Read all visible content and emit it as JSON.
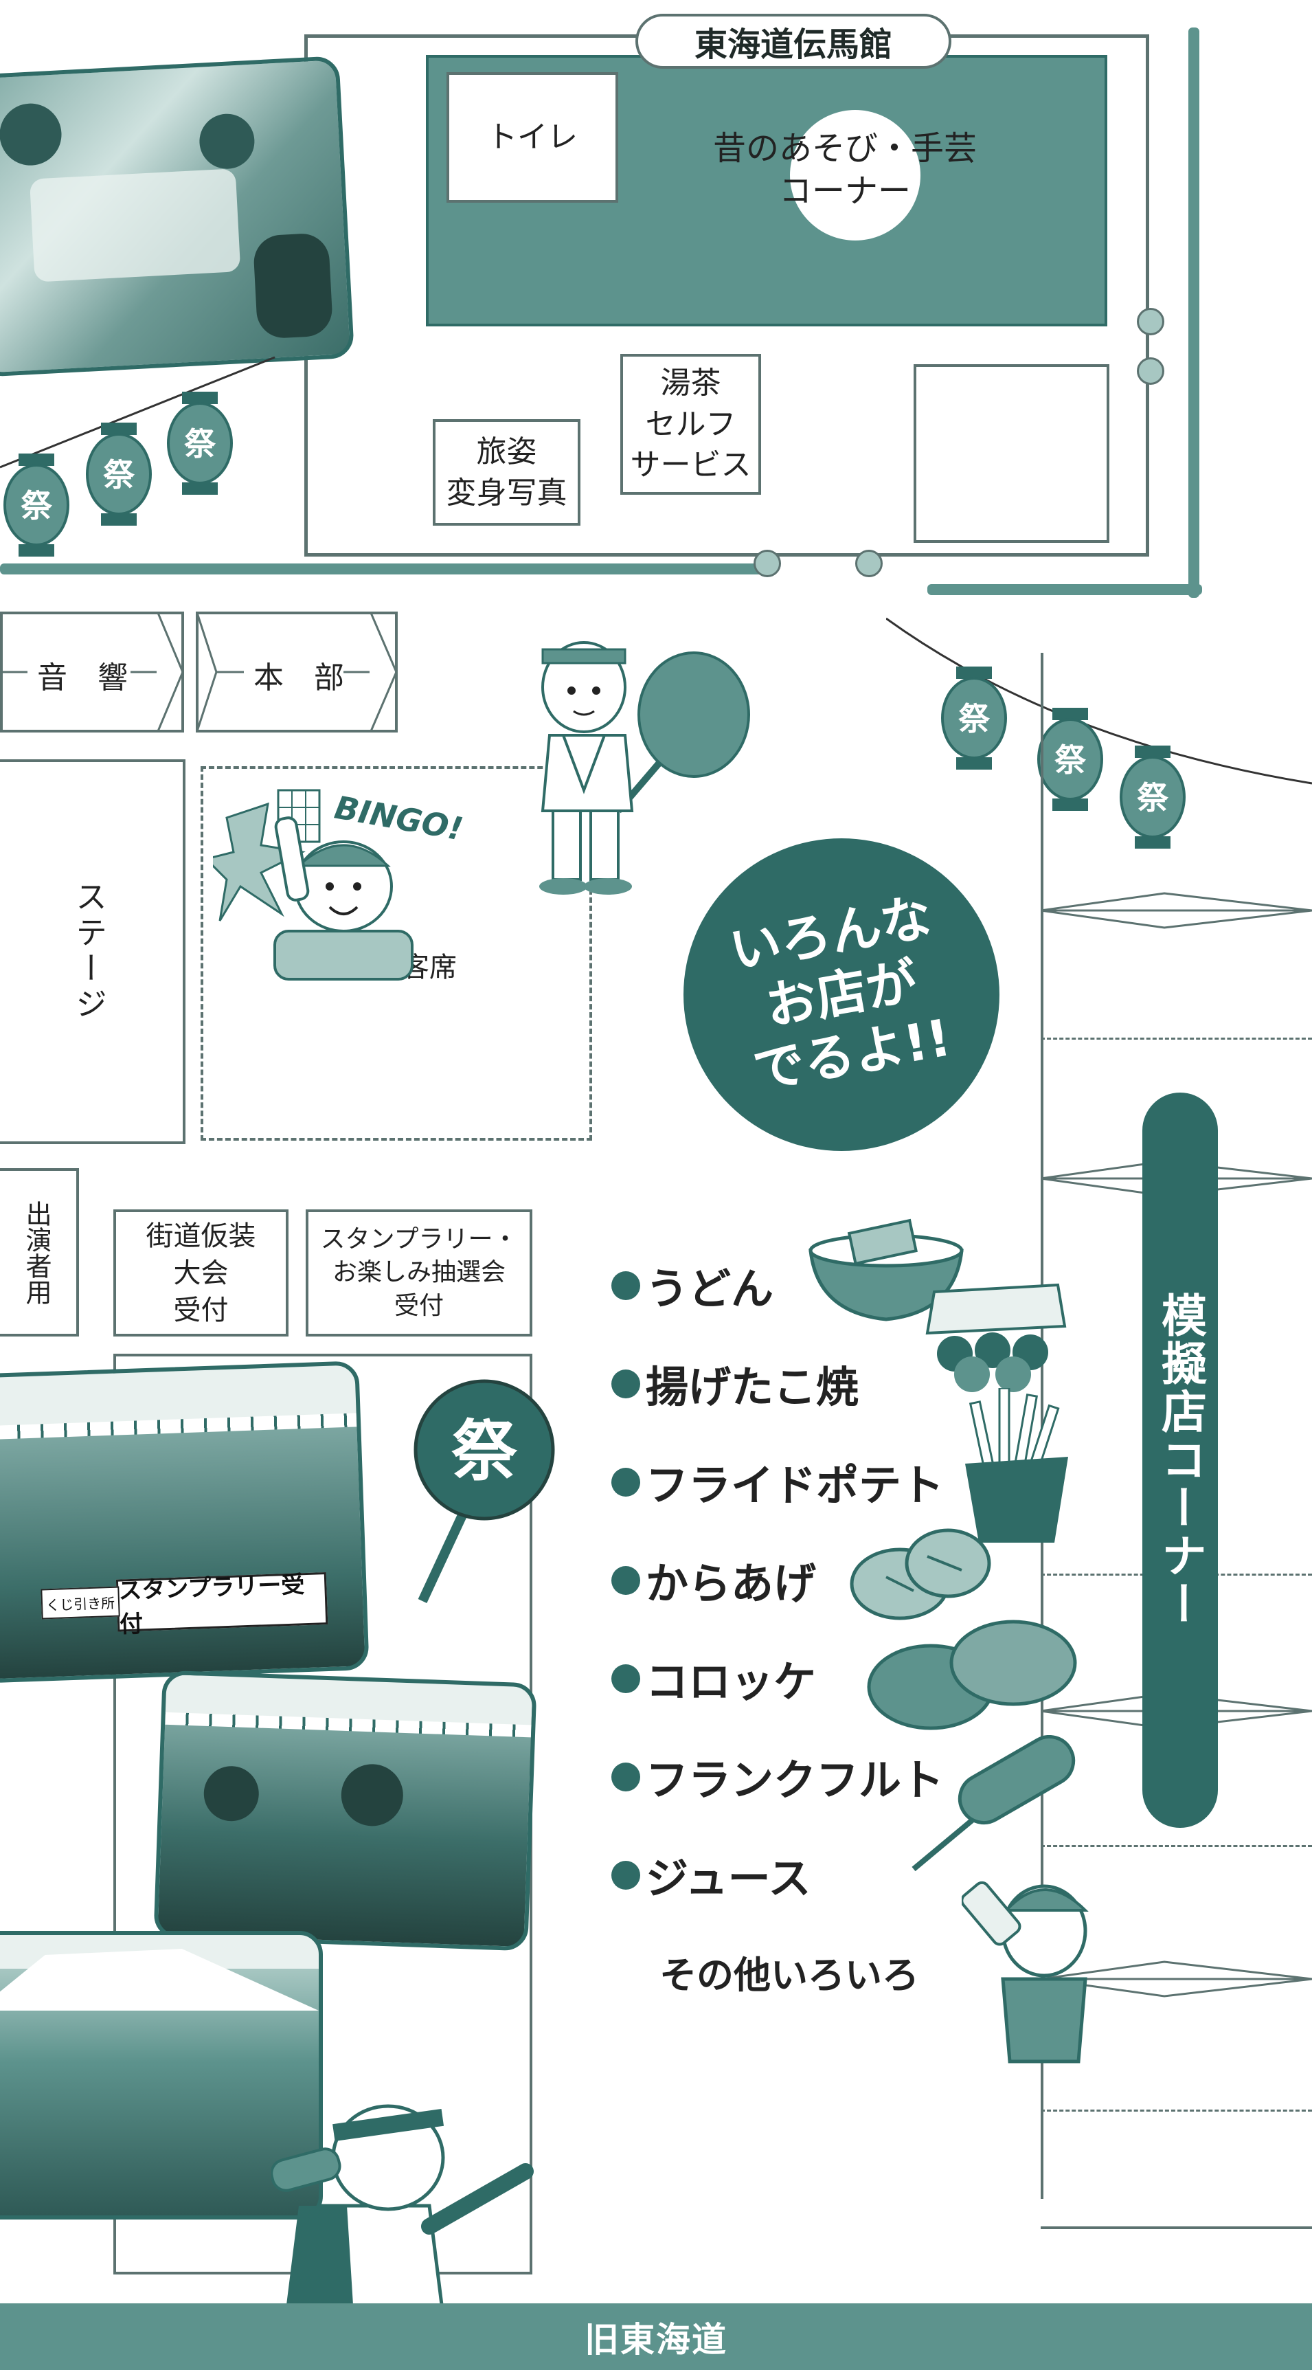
{
  "colors": {
    "teal_dark": "#2f6b66",
    "teal_mid": "#5d938d",
    "teal_light": "#a7c7c2",
    "line": "#5c7270",
    "white": "#ffffff"
  },
  "building": {
    "name": "東海道伝馬館",
    "toilet": "トイレ",
    "corner_line1": "昔のあそび・手芸",
    "corner_line2": "コーナー"
  },
  "booths": {
    "tabisugata_line1": "旅姿",
    "tabisugata_line2": "変身写真",
    "yucha_line1": "湯茶",
    "yucha_line2": "セルフ",
    "yucha_line3": "サービス"
  },
  "stage_area": {
    "sound": "音　響",
    "hq": "本　部",
    "stage": "ステージ",
    "audience": "観客席",
    "performers": "出演者用",
    "kaido_line1": "街道仮装",
    "kaido_line2": "大会",
    "kaido_line3": "受付",
    "stamp_line1": "スタンプラリー・",
    "stamp_line2": "お楽しみ抽選会",
    "stamp_line3": "受付"
  },
  "bingo_text": "BINGO!",
  "lantern_text": "祭",
  "fan_text": "祭",
  "callout": {
    "line1": "いろんな",
    "line2": "お店が",
    "line3": "でるよ!!"
  },
  "food_list": [
    "うどん",
    "揚げたこ焼",
    "フライドポテト",
    "からあげ",
    "コロッケ",
    "フランクフルト",
    "ジュース"
  ],
  "food_other": "その他いろいろ",
  "stall_corner": "模擬店コーナー",
  "photo_sign": "スタンプラリー受付",
  "photo_sign2": "くじ引き所",
  "road": "旧東海道"
}
